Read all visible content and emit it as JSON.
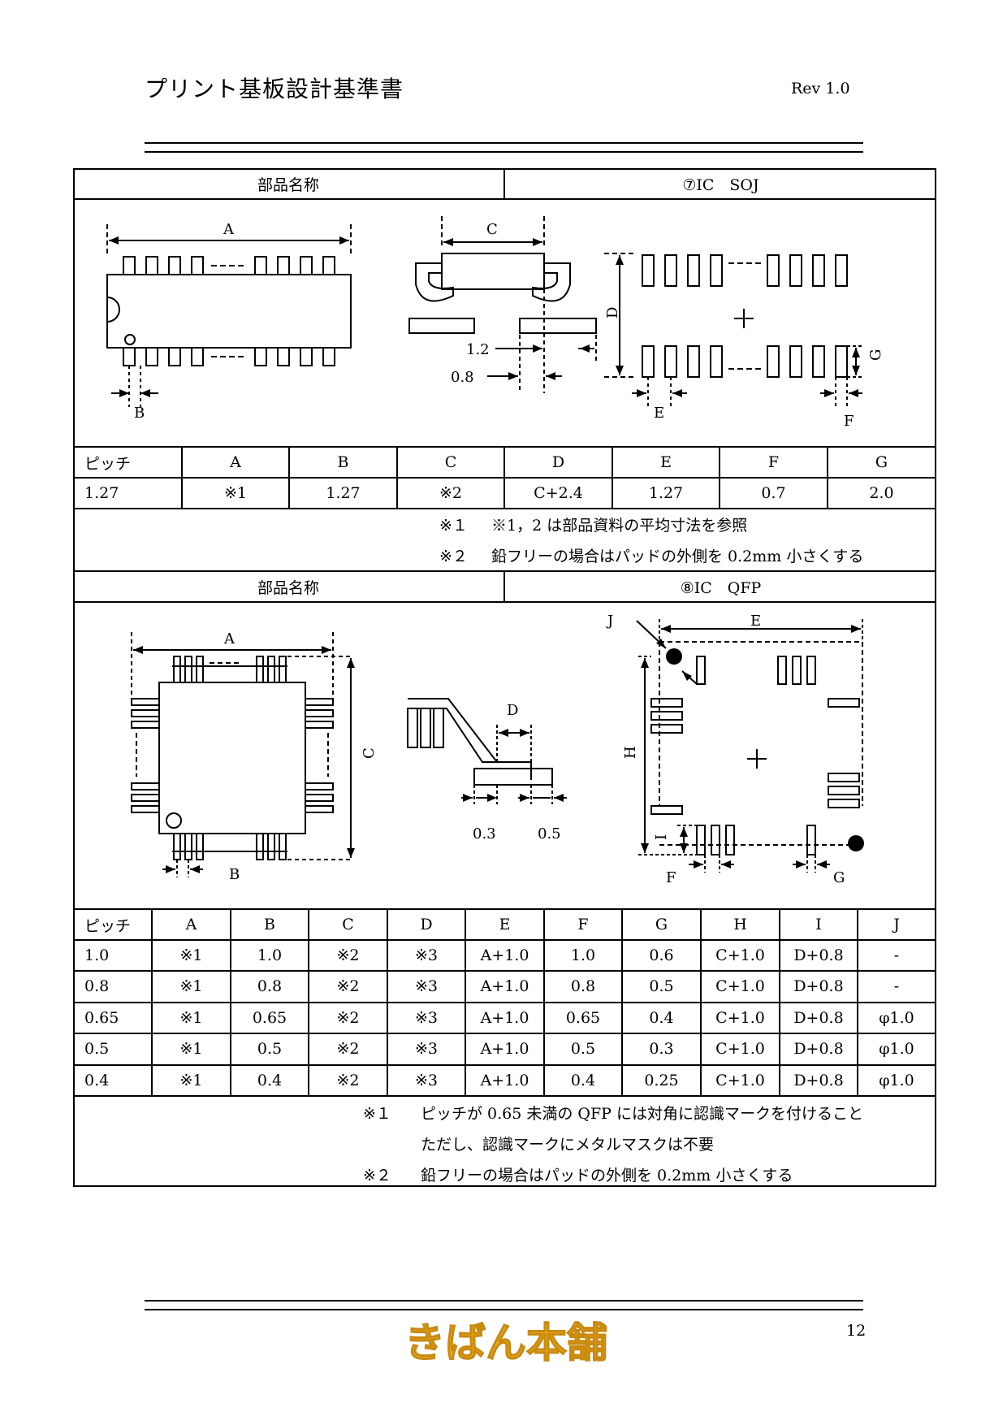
{
  "header": {
    "title": "プリント基板設計基準書",
    "revision": "Rev 1.0"
  },
  "soj": {
    "name_label": "部品名称",
    "name_value": "⑦IC　SOJ",
    "diagram_labels": {
      "A": "A",
      "B": "B",
      "C": "C",
      "D": "D",
      "E": "E",
      "F": "F",
      "G": "G",
      "dim_1_2": "1.2",
      "dim_0_8": "0.8"
    },
    "columns": [
      "ピッチ",
      "A",
      "B",
      "C",
      "D",
      "E",
      "F",
      "G"
    ],
    "rows": [
      [
        "1.27",
        "※1",
        "1.27",
        "※2",
        "C+2.4",
        "1.27",
        "0.7",
        "2.0"
      ]
    ],
    "notes": [
      {
        "mark": "※１",
        "text": "※1，2 は部品資料の平均寸法を参照"
      },
      {
        "mark": "※２",
        "text": "鉛フリーの場合はパッドの外側を 0.2mm 小さくする"
      }
    ]
  },
  "qfp": {
    "name_label": "部品名称",
    "name_value": "⑧IC　QFP",
    "diagram_labels": {
      "A": "A",
      "B": "B",
      "C": "C",
      "D": "D",
      "E": "E",
      "F": "F",
      "G": "G",
      "H": "H",
      "I": "I",
      "J": "J",
      "dim_0_3": "0.3",
      "dim_0_5": "0.5"
    },
    "columns": [
      "ピッチ",
      "A",
      "B",
      "C",
      "D",
      "E",
      "F",
      "G",
      "H",
      "I",
      "J"
    ],
    "rows": [
      [
        "1.0",
        "※1",
        "1.0",
        "※2",
        "※3",
        "A+1.0",
        "1.0",
        "0.6",
        "C+1.0",
        "D+0.8",
        "-"
      ],
      [
        "0.8",
        "※1",
        "0.8",
        "※2",
        "※3",
        "A+1.0",
        "0.8",
        "0.5",
        "C+1.0",
        "D+0.8",
        "-"
      ],
      [
        "0.65",
        "※1",
        "0.65",
        "※2",
        "※3",
        "A+1.0",
        "0.65",
        "0.4",
        "C+1.0",
        "D+0.8",
        "φ1.0"
      ],
      [
        "0.5",
        "※1",
        "0.5",
        "※2",
        "※3",
        "A+1.0",
        "0.5",
        "0.3",
        "C+1.0",
        "D+0.8",
        "φ1.0"
      ],
      [
        "0.4",
        "※1",
        "0.4",
        "※2",
        "※3",
        "A+1.0",
        "0.4",
        "0.25",
        "C+1.0",
        "D+0.8",
        "φ1.0"
      ]
    ],
    "notes": [
      {
        "mark": "※１",
        "text": "ピッチが 0.65 未満の QFP には対角に認識マークを付けること"
      },
      {
        "mark": "",
        "text": "ただし、認識マークにメタルマスクは不要"
      },
      {
        "mark": "※２",
        "text": "鉛フリーの場合はパッドの外側を 0.2mm 小さくする"
      }
    ]
  },
  "footer": {
    "logo_text": "きばん本舗",
    "logo_color": "#f0b020",
    "page_number": "12"
  }
}
